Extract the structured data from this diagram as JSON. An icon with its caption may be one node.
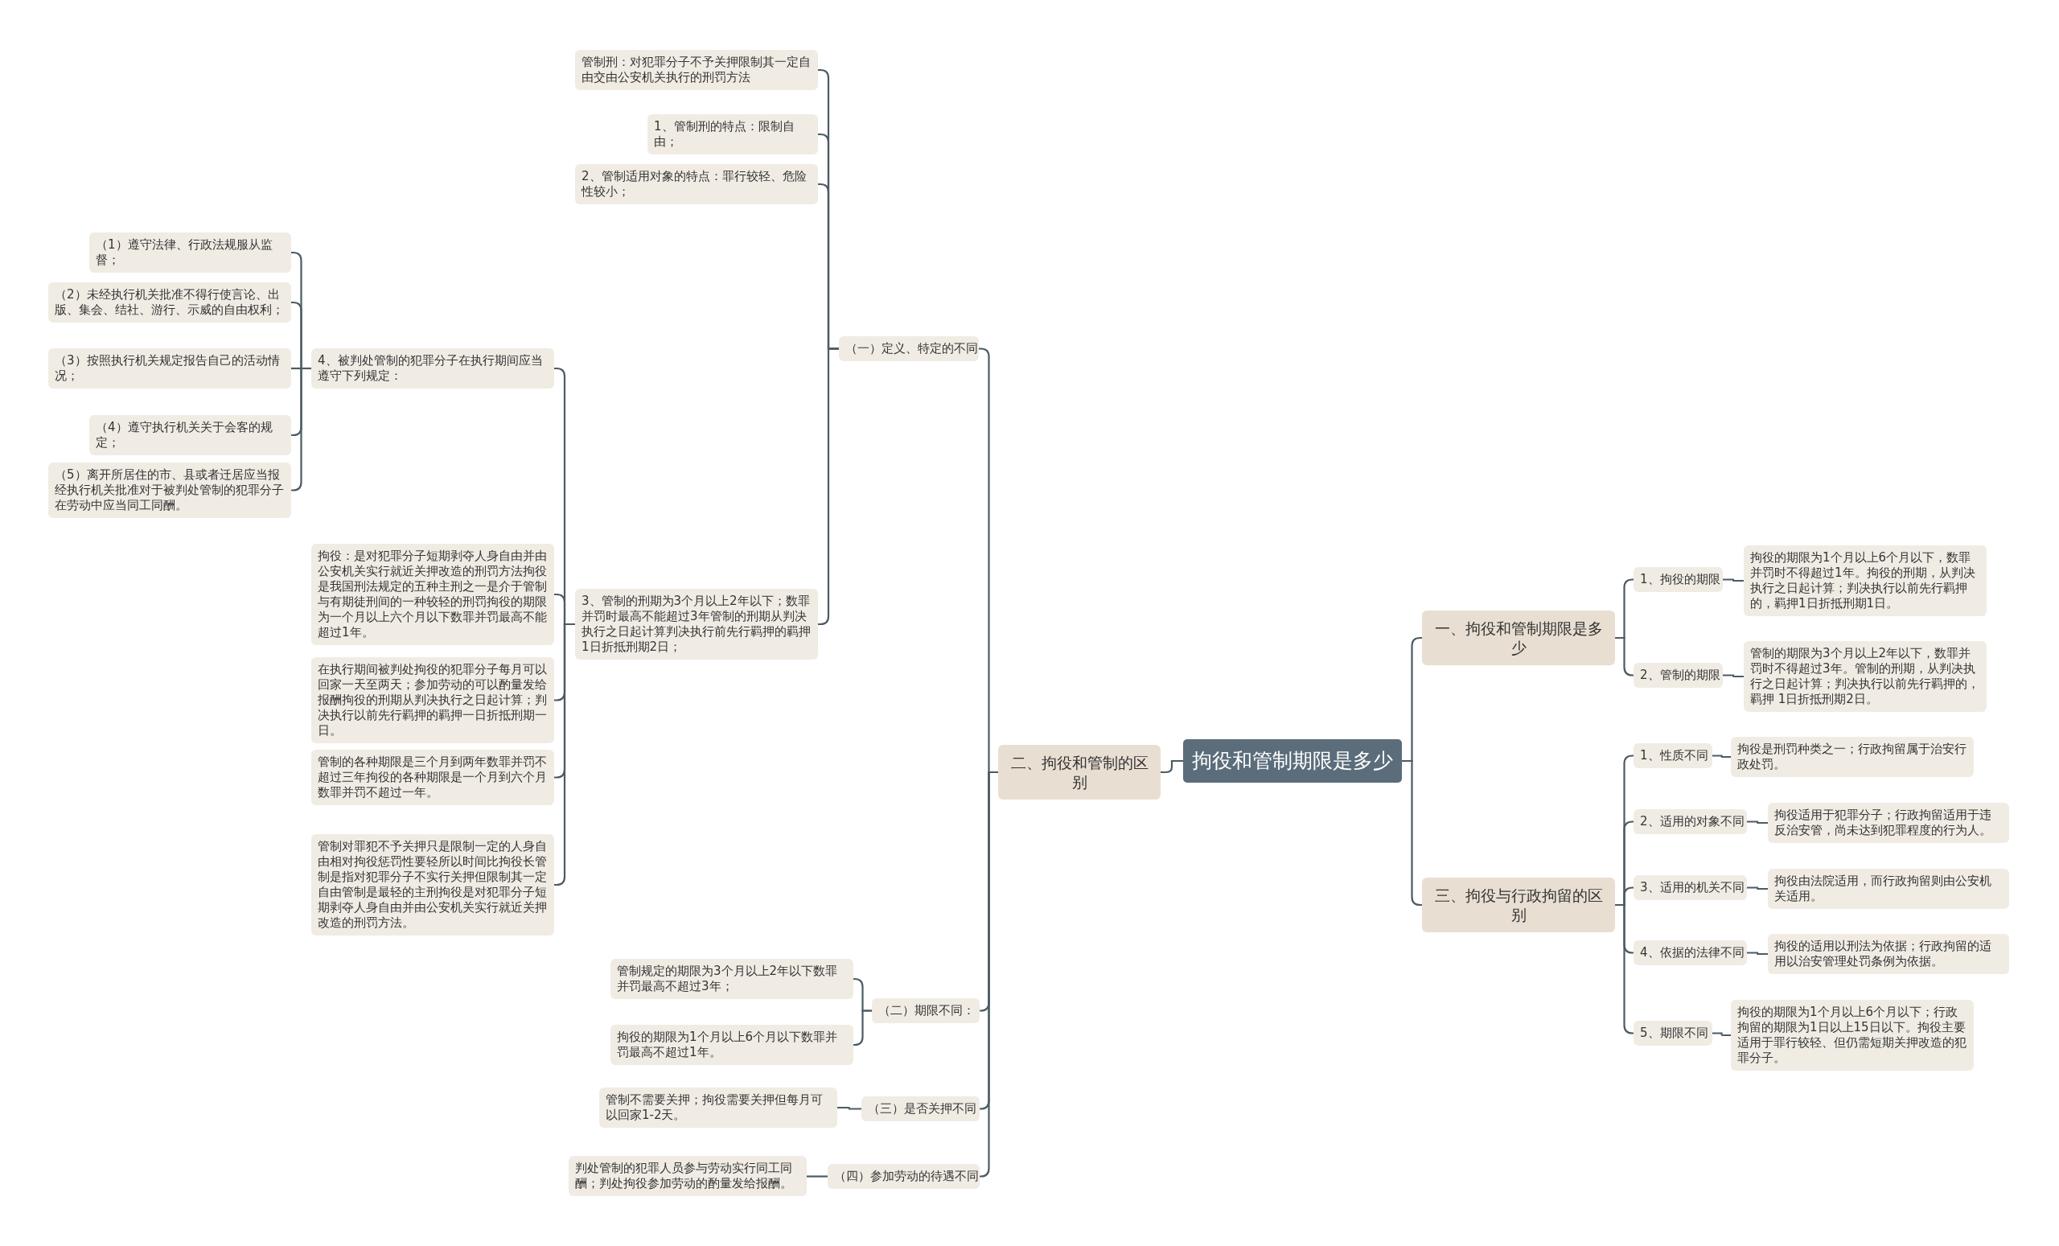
{
  "diagram": {
    "nodes": [
      {
        "text": [
          "拘役和管制期限是多少"
        ]
      },
      {
        "text": [
          "一、拘役和管制期限是多少"
        ]
      },
      {
        "text": [
          "1、拘役的期限"
        ]
      },
      {
        "text": [
          "拘役的期限为1个月以上6个月以下，数罪并罚时不得超过1年。拘役的刑期，从判决执行之日起计算；判决执行以前先行羁押的，羁押1日折抵刑期1日。"
        ]
      },
      {
        "text": [
          "2、管制的期限"
        ]
      },
      {
        "text": [
          "管制的期限为3个月以上2年以下，数罪并罚时不得超过3年。管制的刑期，从判决执行之日起计算；判决执行以前先行羁押的，羁押 1日折抵刑期2日。"
        ]
      },
      {
        "text": [
          "三、拘役与行政拘留的区别"
        ]
      },
      {
        "text": [
          "1、性质不同"
        ]
      },
      {
        "text": [
          "拘役是刑罚种类之一；行政拘留属于治安行政处罚。"
        ]
      },
      {
        "text": [
          "2、适用的对象不同"
        ]
      },
      {
        "text": [
          "拘役适用于犯罪分子；行政拘留适用于违反治安管，尚未达到犯罪程度的行为人。"
        ]
      },
      {
        "text": [
          "3、适用的机关不同"
        ]
      },
      {
        "text": [
          "拘役由法院适用，而行政拘留则由公安机关适用。"
        ]
      },
      {
        "text": [
          "4、依据的法律不同"
        ]
      },
      {
        "text": [
          "拘役的适用以刑法为依据；行政拘留的适用以治安管理处罚条例为依据。"
        ]
      },
      {
        "text": [
          "5、期限不同"
        ]
      },
      {
        "text": [
          "拘役的期限为1个月以上6个月以下；行政拘留的期限为1日以上15日以下。拘役主要适用于罪行较轻、但仍需短期关押改造的犯罪分子。"
        ]
      },
      {
        "text": [
          "二、拘役和管制的区别"
        ]
      },
      {
        "text": [
          "（一）定义、特定的不同"
        ]
      },
      {
        "text": [
          "管制刑：对犯罪分子不予关押限制其一定自由交由公安机关执行的刑罚方法"
        ]
      },
      {
        "text": [
          "1、管制刑的特点：限制自由；"
        ]
      },
      {
        "text": [
          "2、管制适用对象的特点：罪行较轻、危险性较小；"
        ]
      },
      {
        "text": [
          "3、管制的刑期为3个月以上2年以下；数罪并罚时最高不能超过3年管制的刑期从判决执行之日起计算判决执行前先行羁押的羁押1日折抵刑期2日；"
        ]
      },
      {
        "text": [
          "4、被判处管制的犯罪分子在执行期间应当遵守下列规定："
        ]
      },
      {
        "text": [
          "（1）遵守法律、行政法规服从监督；"
        ]
      },
      {
        "text": [
          "（2）未经执行机关批准不得行使言论、出版、集会、结社、游行、示威的自由权利；"
        ]
      },
      {
        "text": [
          "（3）按照执行机关规定报告自己的活动情况；"
        ]
      },
      {
        "text": [
          "（4）遵守执行机关关于会客的规定；"
        ]
      },
      {
        "text": [
          "（5）离开所居住的市、县或者迁居应当报经执行机关批准对于被判处管制的犯罪分子在劳动中应当同工同酬。"
        ]
      },
      {
        "text": [
          "拘役：是对犯罪分子短期剥夺人身自由并由公安机关实行就近关押改造的刑罚方法拘役是我国刑法规定的五种主刑之一是介于管制与有期徒刑间的一种较轻的刑罚拘役的期限为一个月以上六个月以下数罪并罚最高不能超过1年。"
        ]
      },
      {
        "text": [
          "在执行期间被判处拘役的犯罪分子每月可以回家一天至两天；参加劳动的可以酌量发给报酬拘役的刑期从判决执行之日起计算；判决执行以前先行羁押的羁押一日折抵刑期一日。"
        ]
      },
      {
        "text": [
          "管制的各种期限是三个月到两年数罪并罚不超过三年拘役的各种期限是一个月到六个月数罪并罚不超过一年。"
        ]
      },
      {
        "text": [
          "管制对罪犯不予关押只是限制一定的人身自由相对拘役惩罚性要轻所以时间比拘役长管制是指对犯罪分子不实行关押但限制其一定自由管制是最轻的主刑拘役是对犯罪分子短期剥夺人身自由并由公安机关实行就近关押改造的刑罚方法。"
        ]
      },
      {
        "text": [
          "（二）期限不同："
        ]
      },
      {
        "text": [
          "管制规定的期限为3个月以上2年以下数罪并罚最高不超过3年；"
        ]
      },
      {
        "text": [
          "拘役的期限为1个月以上6个月以下数罪并罚最高不超过1年。"
        ]
      },
      {
        "text": [
          "（三）是否关押不同"
        ]
      },
      {
        "text": [
          "管制不需要关押；拘役需要关押但每月可以回家1-2天。"
        ]
      },
      {
        "text": [
          "（四）参加劳动的待遇不同"
        ]
      },
      {
        "text": [
          "判处管制的犯罪人员参与劳动实行同工同酬；判处拘役参加劳动的酌量发给报酬。"
        ]
      }
    ],
    "edges": [
      {
        "from": 0,
        "to": 1,
        "arrow": "none"
      },
      {
        "from": 1,
        "to": 2,
        "arrow": "none"
      },
      {
        "from": 2,
        "to": 3,
        "arrow": "none"
      },
      {
        "from": 1,
        "to": 4,
        "arrow": "none"
      },
      {
        "from": 4,
        "to": 5,
        "arrow": "none"
      },
      {
        "from": 0,
        "to": 6,
        "arrow": "none"
      },
      {
        "from": 6,
        "to": 7,
        "arrow": "none"
      },
      {
        "from": 7,
        "to": 8,
        "arrow": "none"
      },
      {
        "from": 6,
        "to": 9,
        "arrow": "none"
      },
      {
        "from": 9,
        "to": 10,
        "arrow": "none"
      },
      {
        "from": 6,
        "to": 11,
        "arrow": "none"
      },
      {
        "from": 11,
        "to": 12,
        "arrow": "none"
      },
      {
        "from": 6,
        "to": 13,
        "arrow": "none"
      },
      {
        "from": 13,
        "to": 14,
        "arrow": "none"
      },
      {
        "from": 6,
        "to": 15,
        "arrow": "none"
      },
      {
        "from": 15,
        "to": 16,
        "arrow": "none"
      },
      {
        "from": 0,
        "to": 17,
        "arrow": "none"
      },
      {
        "from": 17,
        "to": 18,
        "arrow": "none"
      },
      {
        "from": 18,
        "to": 19,
        "arrow": "none"
      },
      {
        "from": 18,
        "to": 20,
        "arrow": "none"
      },
      {
        "from": 18,
        "to": 21,
        "arrow": "none"
      },
      {
        "from": 18,
        "to": 22,
        "arrow": "none"
      },
      {
        "from": 22,
        "to": 23,
        "arrow": "none"
      },
      {
        "from": 23,
        "to": 24,
        "arrow": "none"
      },
      {
        "from": 23,
        "to": 25,
        "arrow": "none"
      },
      {
        "from": 23,
        "to": 26,
        "arrow": "none"
      },
      {
        "from": 23,
        "to": 27,
        "arrow": "none"
      },
      {
        "from": 23,
        "to": 28,
        "arrow": "none"
      },
      {
        "from": 22,
        "to": 29,
        "arrow": "none"
      },
      {
        "from": 22,
        "to": 30,
        "arrow": "none"
      },
      {
        "from": 22,
        "to": 31,
        "arrow": "none"
      },
      {
        "from": 22,
        "to": 32,
        "arrow": "none"
      },
      {
        "from": 17,
        "to": 33,
        "arrow": "none"
      },
      {
        "from": 33,
        "to": 34,
        "arrow": "none"
      },
      {
        "from": 33,
        "to": 35,
        "arrow": "none"
      },
      {
        "from": 17,
        "to": 36,
        "arrow": "none"
      },
      {
        "from": 36,
        "to": 37,
        "arrow": "none"
      },
      {
        "from": 17,
        "to": 38,
        "arrow": "none"
      },
      {
        "from": 38,
        "to": 39,
        "arrow": "none"
      }
    ]
  }
}
